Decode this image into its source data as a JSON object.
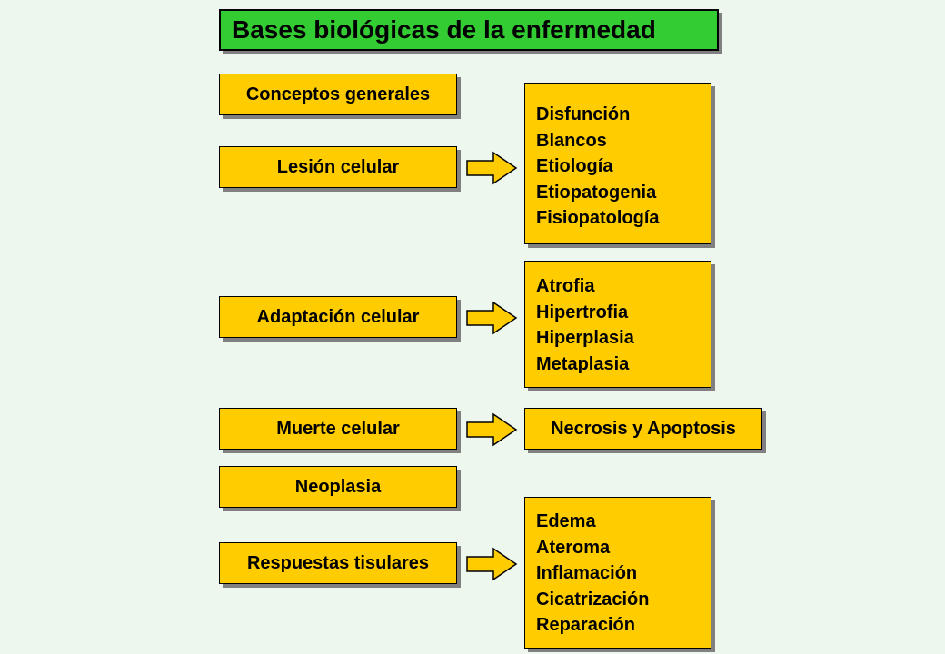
{
  "title": "Bases biológicas de la enfermedad",
  "categories": {
    "conceptos": "Conceptos generales",
    "lesion": "Lesión celular",
    "adaptacion": "Adaptación celular",
    "muerte": "Muerte celular",
    "neoplasia": "Neoplasia",
    "respuestas": "Respuestas tisulares"
  },
  "details": {
    "lesion": [
      "Disfunción",
      "Blancos",
      "Etiología",
      "Etiopatogenia",
      "Fisiopatología"
    ],
    "adaptacion": [
      "Atrofia",
      "Hipertrofia",
      "Hiperplasia",
      "Metaplasia"
    ],
    "muerte": "Necrosis y Apoptosis",
    "respuestas": [
      "Edema",
      "Ateroma",
      "Inflamación",
      "Cicatrización",
      "Reparación"
    ]
  },
  "colors": {
    "title_fill": "#33cc33",
    "box_fill": "#ffcc00",
    "background": "#eef7ee"
  }
}
